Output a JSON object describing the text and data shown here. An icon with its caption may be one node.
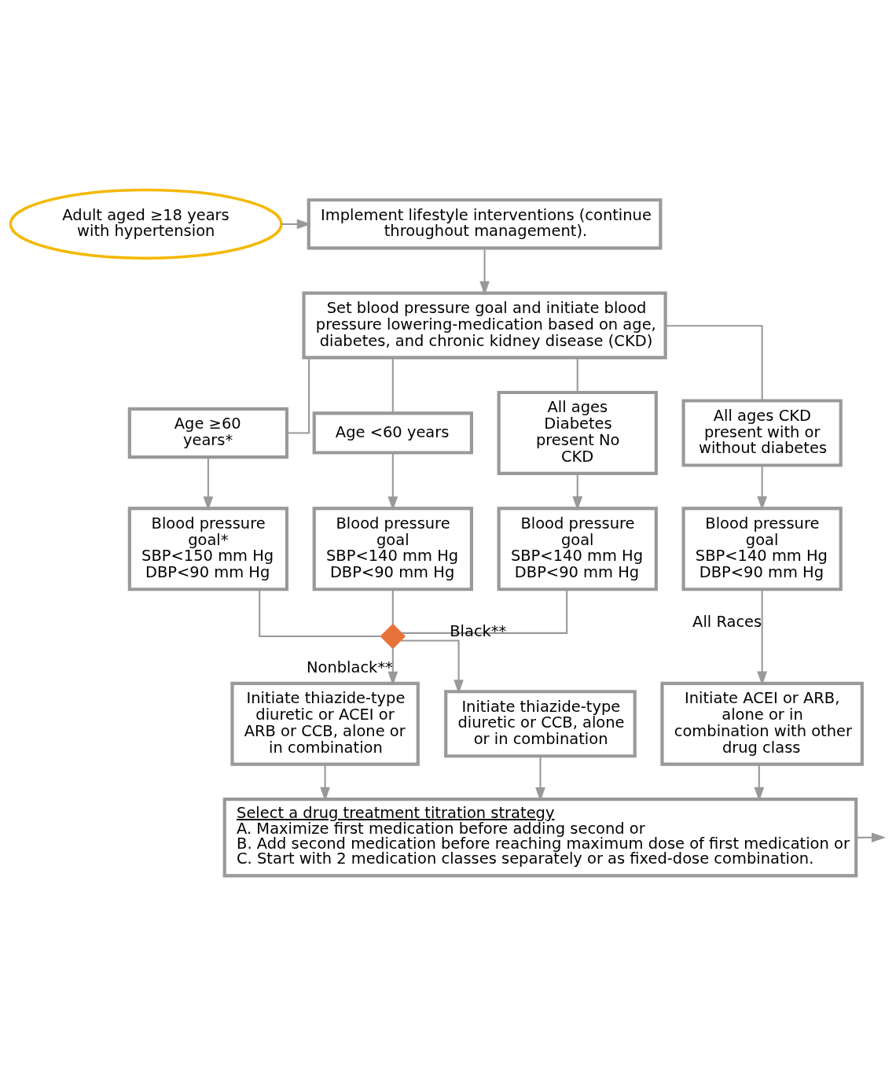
{
  "diagram": {
    "nodes": [
      {
        "text": [
          "Adult aged ≥18 years with hypertension"
        ]
      },
      {
        "text": [
          "Implement lifestyle interventions (continue throughout management)."
        ]
      },
      {
        "text": [
          "Set blood pressure goal and initiate blood pressure lowering-medication based on age, diabetes, and chronic kidney disease (CKD)"
        ]
      },
      {
        "text": [
          "Age ≥60 years*"
        ]
      },
      {
        "text": [
          "Age <60 years"
        ]
      },
      {
        "text": [
          "All ages Diabetes present No CKD"
        ]
      },
      {
        "text": [
          "All ages CKD present with or without diabetes"
        ]
      },
      {
        "text": [
          "Blood pressure goal*",
          "SBP<150 mm Hg",
          "DBP<90 mm Hg"
        ]
      },
      {
        "text": [
          "Blood pressure goal",
          "SBP<140 mm Hg",
          "DBP<90 mm Hg"
        ]
      },
      {
        "text": [
          "Blood pressure goal",
          "SBP<140 mm Hg",
          "DBP<90 mm Hg"
        ]
      },
      {
        "text": [
          "Blood pressure goal",
          "SBP<140 mm Hg",
          "DBP<90 mm Hg"
        ]
      },
      {
        "text": [],
        "shape": "diamond"
      },
      {
        "text": [
          "Initiate thiazide-type diuretic or ACEI or ARB or CCB, alone or in combination"
        ]
      },
      {
        "text": [
          "Initiate thiazide-type diuretic or CCB, alone or in combination"
        ]
      },
      {
        "text": [
          "Initiate ACEI or ARB, alone or in combination with other drug class"
        ]
      },
      {
        "text": [
          "Select a drug treatment titration strategy",
          "A. Maximize first medication before adding second or",
          "B. Add second medication before reaching maximum dose of first medication or",
          "C. Start with 2 medication classes separately or as fixed-dose combination."
        ]
      }
    ],
    "edges": [
      {
        "from": 0,
        "to": 1,
        "arrow": "to"
      },
      {
        "from": 1,
        "to": 2,
        "arrow": "to"
      },
      {
        "from": 2,
        "to": 3,
        "arrow": "none"
      },
      {
        "from": 2,
        "to": 4,
        "arrow": "none"
      },
      {
        "from": 2,
        "to": 5,
        "arrow": "none"
      },
      {
        "from": 2,
        "to": 6,
        "arrow": "none"
      },
      {
        "from": 3,
        "to": 7,
        "arrow": "to"
      },
      {
        "from": 4,
        "to": 8,
        "arrow": "to"
      },
      {
        "from": 5,
        "to": 9,
        "arrow": "to"
      },
      {
        "from": 6,
        "to": 10,
        "arrow": "to"
      },
      {
        "from": 7,
        "to": 11,
        "arrow": "none"
      },
      {
        "from": 8,
        "to": 11,
        "arrow": "none"
      },
      {
        "from": 9,
        "to": 11,
        "arrow": "none"
      },
      {
        "from": 11,
        "to": 12,
        "label": "Nonblack**",
        "arrow": "to"
      },
      {
        "from": 11,
        "to": 13,
        "label": "Black**",
        "arrow": "to"
      },
      {
        "from": 10,
        "to": 14,
        "label": "All Races",
        "arrow": "to"
      },
      {
        "from": 12,
        "to": 15,
        "arrow": "to"
      },
      {
        "from": 13,
        "to": 15,
        "arrow": "to"
      },
      {
        "from": 14,
        "to": 15,
        "arrow": "to"
      },
      {
        "from": 15,
        "to": null,
        "arrow": "to"
      }
    ]
  }
}
